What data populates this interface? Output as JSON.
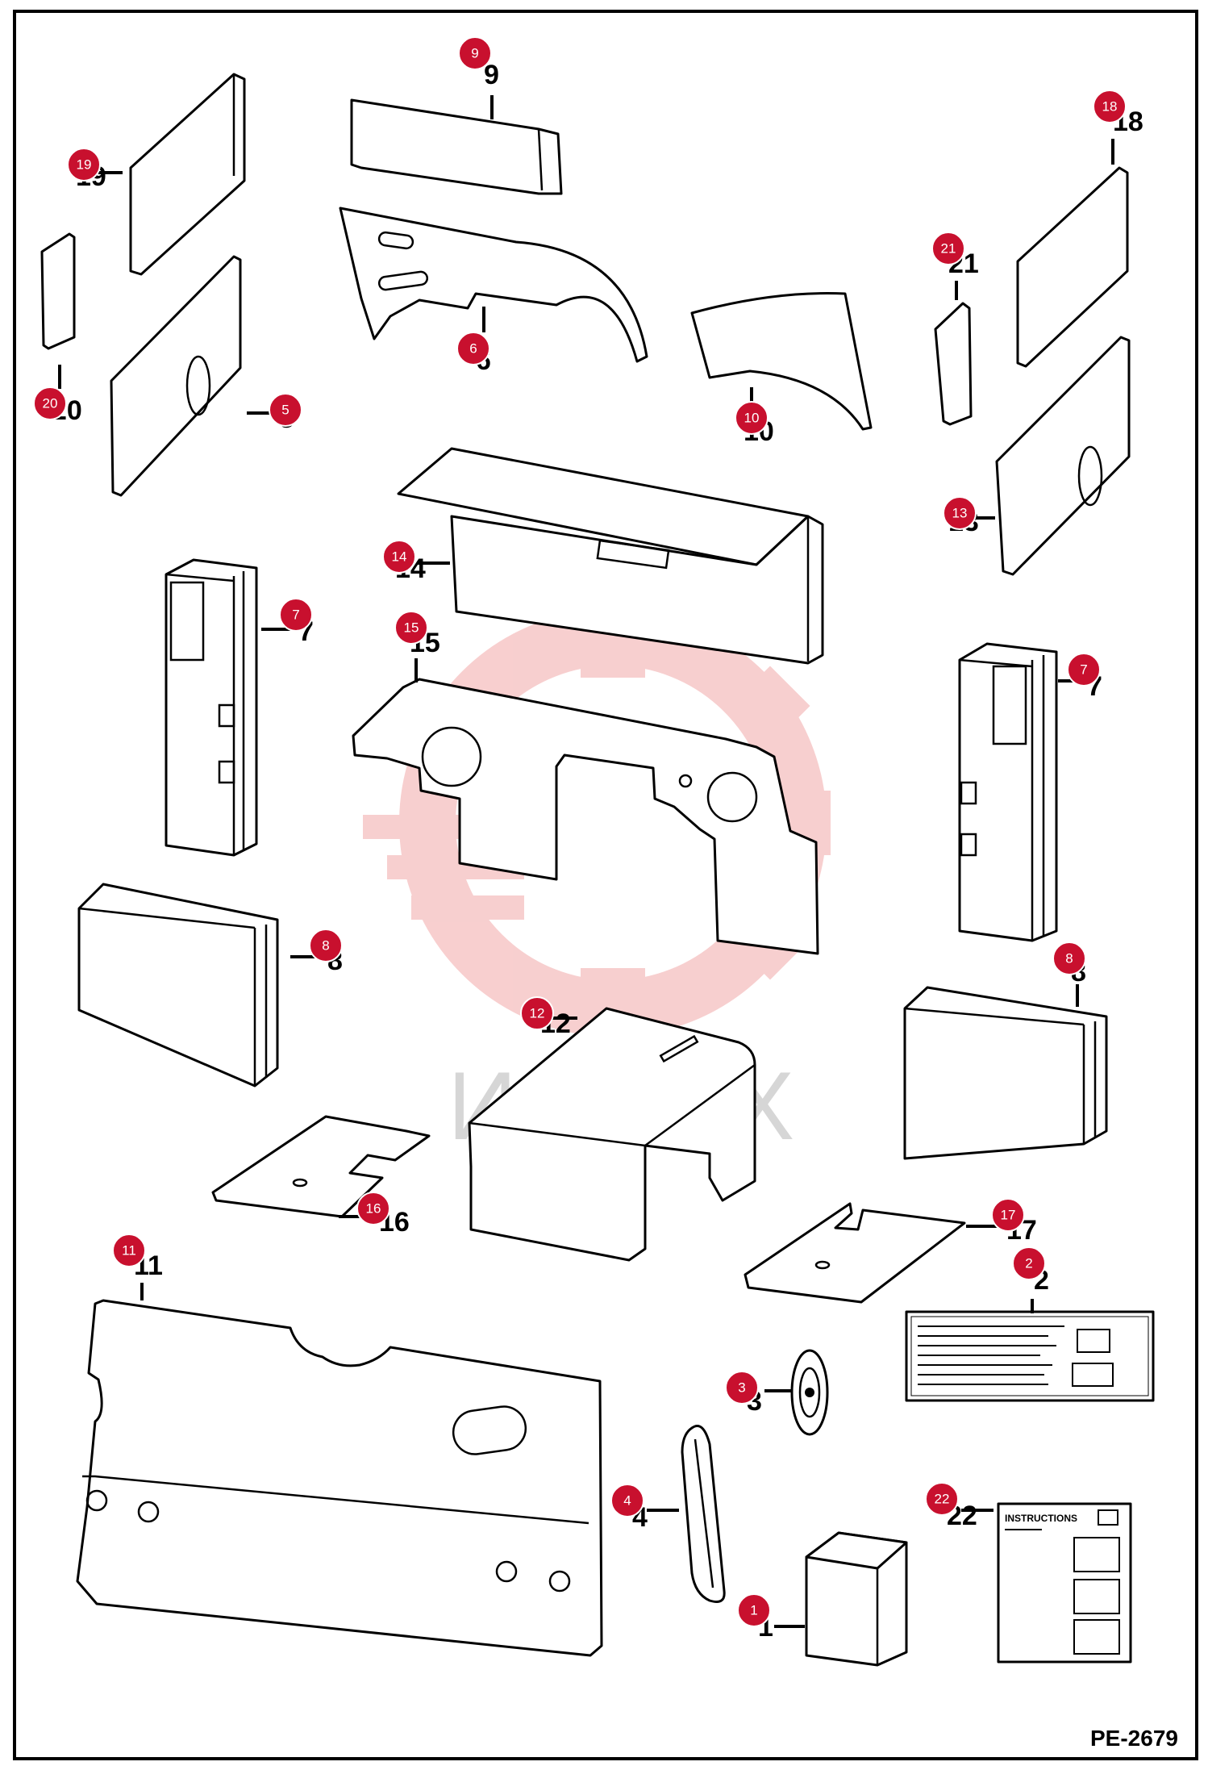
{
  "figure_ref": "PE-2679",
  "watermark": "ИНТЕХ",
  "instructions_label": "INSTRUCTIONS",
  "badges": [
    "1",
    "2",
    "3",
    "4",
    "5",
    "6",
    "7",
    "7",
    "8",
    "8",
    "9",
    "10",
    "11",
    "12",
    "13",
    "14",
    "15",
    "16",
    "17",
    "18",
    "19",
    "20",
    "21",
    "22"
  ],
  "part_numbers": [
    "1",
    "2",
    "3",
    "4",
    "5",
    "6",
    "7",
    "7",
    "8",
    "8",
    "9",
    "10",
    "11",
    "12",
    "13",
    "14",
    "15",
    "16",
    "17",
    "18",
    "19",
    "20",
    "21",
    "22"
  ],
  "colors": {
    "badge": "#c8102e",
    "watermark_gear": "#f6c9c9",
    "watermark_text": "#d6d6d6"
  }
}
